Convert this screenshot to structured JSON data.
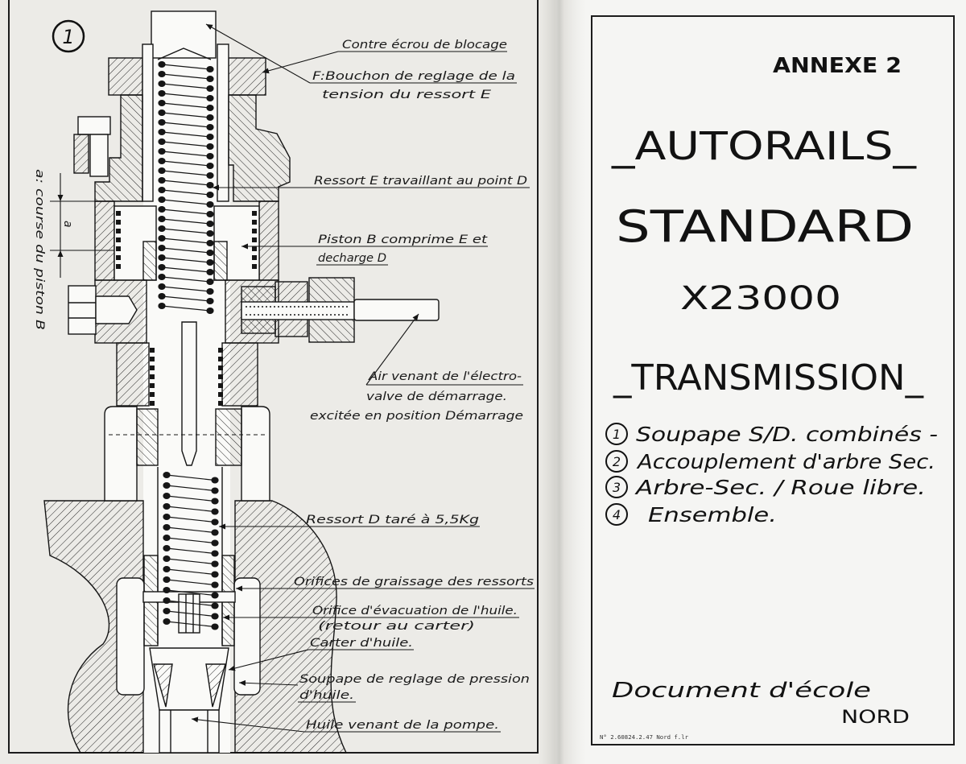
{
  "document": {
    "colors": {
      "paper_left": "#ecebe7",
      "paper_right": "#f5f5f3",
      "ink": "#161616"
    },
    "sheet_left": {
      "figure_number": "1",
      "dimension_label": "a",
      "vertical_note": "a: course du piston B",
      "labels": {
        "contre_ecrou": "Contre écrou de blocage",
        "bouchon_1": "F:Bouchon de reglage de la",
        "bouchon_2": "tension du ressort E",
        "ressort_e": "Ressort E travaillant au point D",
        "piston_1": "Piston B comprime E et",
        "piston_2": "decharge D",
        "air_1": "Air venant de l'électro-",
        "air_2": "valve de démarrage.",
        "air_3": "excitée en position Démarrage",
        "ressort_d": "Ressort D taré à 5,5Kg",
        "graissage": "Orifices de graissage des ressorts",
        "evacuation_1": "Orifice d'évacuation de l'huile.",
        "evacuation_2": "(retour au carter)",
        "carter": "Carter d'huile.",
        "soupape_1": "Soupape de reglage de pression",
        "soupape_2": "d'huile.",
        "huile_pompe": "Huile venant de la pompe."
      }
    },
    "sheet_right": {
      "annex": "ANNEXE 2",
      "title_1": "_AUTORAILS_",
      "title_2": "STANDARD",
      "model": "X23000",
      "subject": "_TRANSMISSION_",
      "contents": [
        {
          "number": "1",
          "text": "Soupape S/D. combinés -"
        },
        {
          "number": "2",
          "text": "Accouplement d'arbre Sec."
        },
        {
          "number": "3",
          "text": "Arbre-Sec. / Roue libre."
        },
        {
          "number": "4",
          "text": "Ensemble."
        }
      ],
      "footer_1": "Document d'école",
      "footer_2": "NORD",
      "print_ref": "N° 2.60824.2.47 Nord f.lr"
    }
  }
}
